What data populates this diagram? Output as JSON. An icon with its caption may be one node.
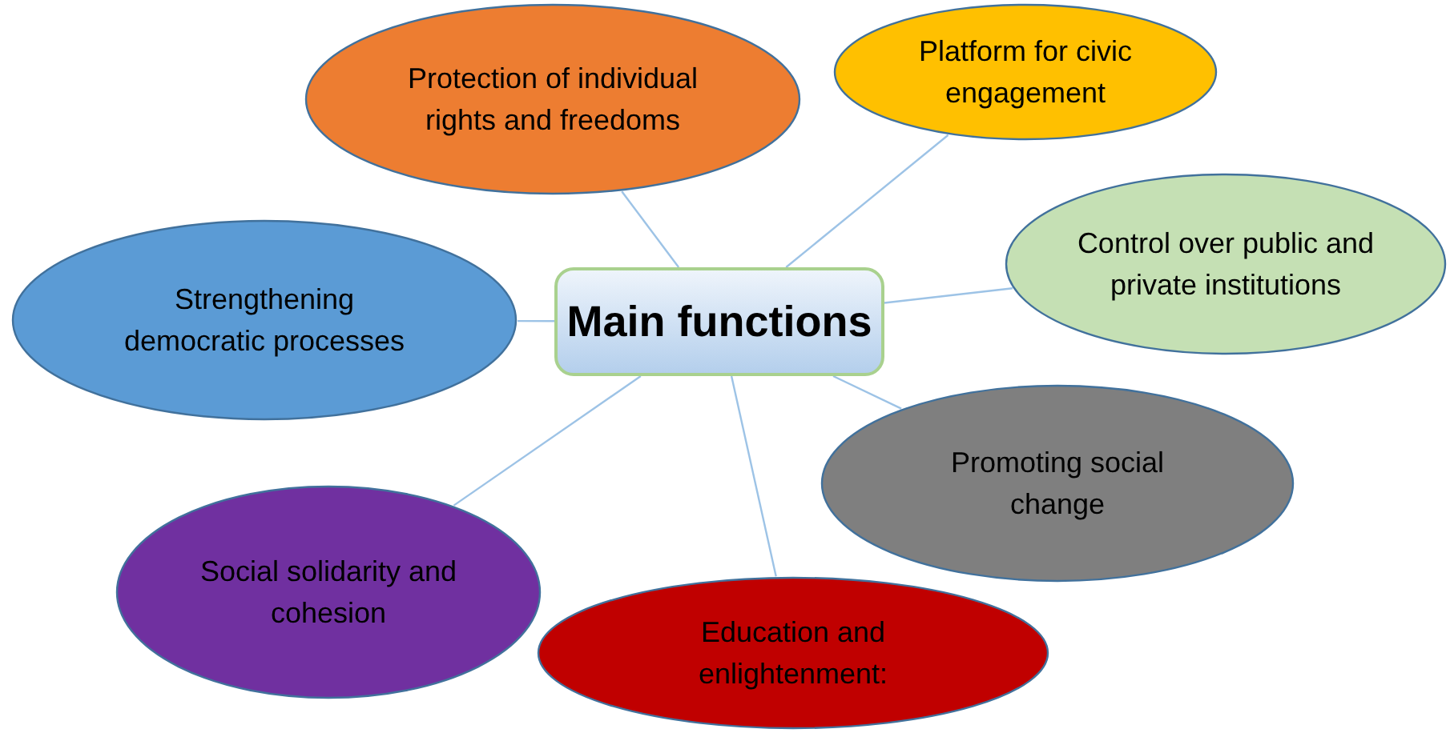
{
  "diagram": {
    "nodes": [
      {
        "text": [
          "Main functions"
        ]
      },
      {
        "text": [
          "Protection of individual rights and freedoms"
        ]
      },
      {
        "text": [
          "Platform for civic engagement"
        ]
      },
      {
        "text": [
          "Control over public and private institutions"
        ]
      },
      {
        "text": [
          "Strengthening democratic processes"
        ]
      },
      {
        "text": [
          "Promoting social change"
        ]
      },
      {
        "text": [
          "Social solidarity and cohesion"
        ]
      },
      {
        "text": [
          "Education and enlightenment:"
        ]
      }
    ],
    "edges": [
      {
        "from": 0,
        "to": 1,
        "arrow": "none"
      },
      {
        "from": 0,
        "to": 2,
        "arrow": "none"
      },
      {
        "from": 0,
        "to": 3,
        "arrow": "none"
      },
      {
        "from": 0,
        "to": 4,
        "arrow": "none"
      },
      {
        "from": 0,
        "to": 5,
        "arrow": "none"
      },
      {
        "from": 0,
        "to": 6,
        "arrow": "none"
      },
      {
        "from": 0,
        "to": 7,
        "arrow": "none"
      }
    ]
  }
}
